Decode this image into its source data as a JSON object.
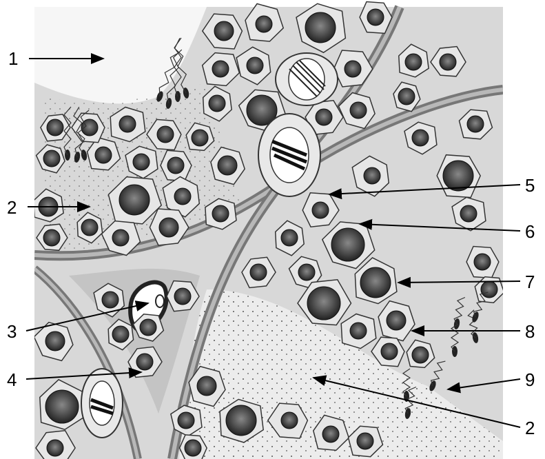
{
  "labels": {
    "l1": "1",
    "l2a": "2",
    "l2b": "2",
    "l3": "3",
    "l4": "4",
    "l5": "5",
    "l6": "6",
    "l7": "7",
    "l8": "8",
    "l9": "9"
  },
  "colors": {
    "lumen": "#f4f4f4",
    "tissue": "#dcdcdc",
    "cell_fill": "#e6e6e6",
    "cell_stroke": "#333333",
    "nucleus": "#4a4a4a",
    "membrane": "#8a8a8a",
    "interstitium": "#b8b8b8"
  }
}
